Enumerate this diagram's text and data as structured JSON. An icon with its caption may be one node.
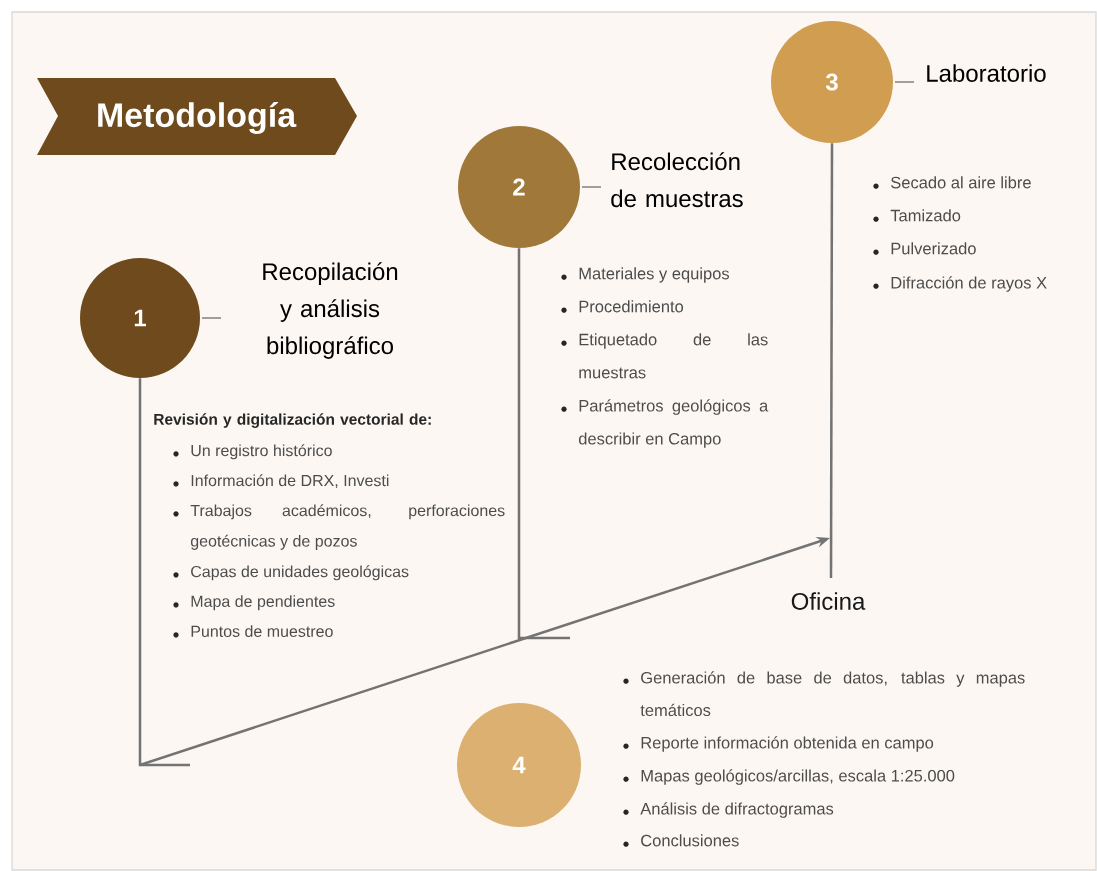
{
  "diagram": {
    "nodes": [
      {
        "text": [
          "Metodología"
        ]
      },
      {
        "text": [
          "1",
          "Recopilación y análisis bibliográfico"
        ]
      },
      {
        "text": [
          "2",
          "Recolección de muestras"
        ]
      },
      {
        "text": [
          "3",
          "Laboratorio"
        ]
      },
      {
        "text": [
          "4"
        ]
      }
    ],
    "edges": [
      {
        "from": 1,
        "to": null,
        "arrow": "none"
      },
      {
        "from": 2,
        "to": null,
        "arrow": "none"
      },
      {
        "from": 3,
        "to": null,
        "arrow": "none"
      }
    ],
    "labels": [
      "Revisión y digitalización vectorial de:",
      "Un registro histórico",
      "Información de DRX, Investi",
      "Trabajos académicos, perforaciones geotécnicas y de pozos",
      "Capas de unidades geológicas",
      "Mapa de pendientes",
      "Puntos de muestreo",
      "Materiales y equipos",
      "Procedimiento",
      "Etiquetado de las muestras",
      "Parámetros geológicos a describir en Campo",
      "Secado al aire libre",
      "Tamizado",
      "Pulverizado",
      "Difracción de rayos X",
      "Oficina",
      "Generación de base de datos, tablas y mapas temáticos",
      "Reporte información obtenida en campo",
      "Mapas geológicos/arcillas, escala 1:25.000",
      "Análisis de difractogramas",
      "Conclusiones"
    ]
  }
}
